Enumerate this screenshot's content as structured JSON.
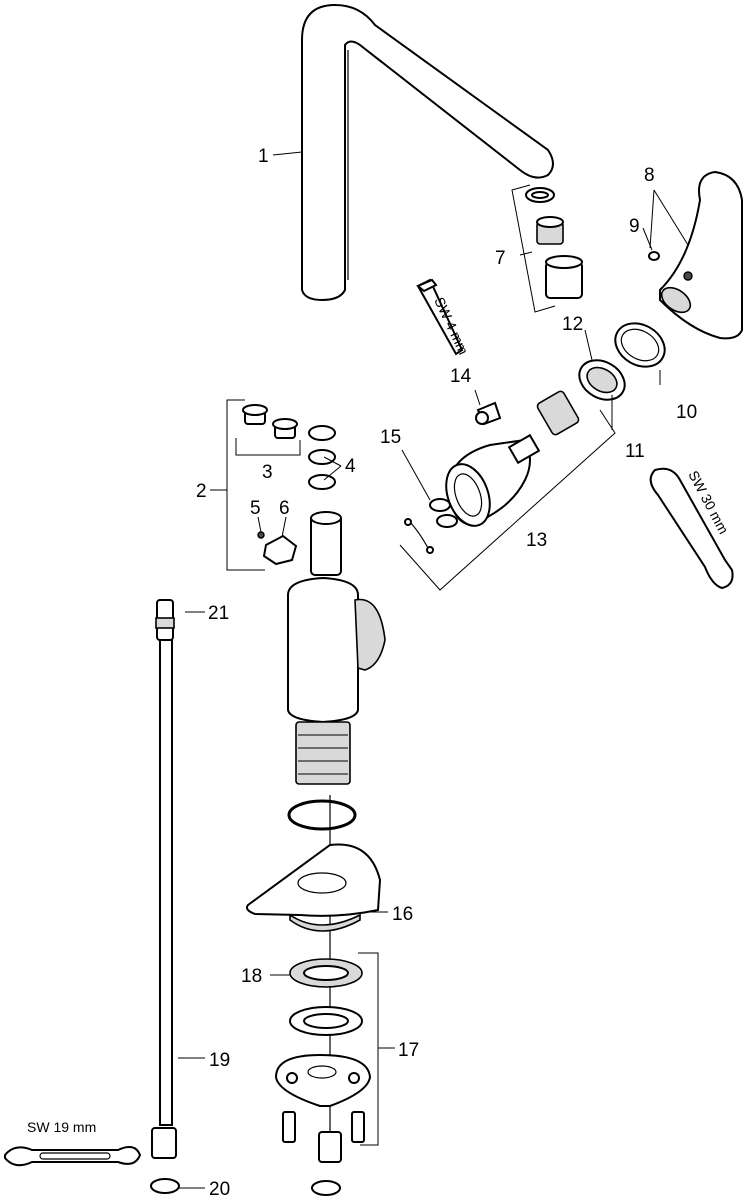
{
  "callouts": {
    "n1": "1",
    "n2": "2",
    "n3": "3",
    "n4": "4",
    "n5": "5",
    "n6": "6",
    "n7": "7",
    "n8": "8",
    "n9": "9",
    "n10": "10",
    "n11": "11",
    "n12": "12",
    "n13": "13",
    "n14": "14",
    "n15": "15",
    "n16": "16",
    "n17": "17",
    "n18": "18",
    "n19": "19",
    "n20": "20",
    "n21": "21"
  },
  "tools": {
    "hex_key": "SW 4 mm",
    "wrench_large": "SW 30 mm",
    "wrench_small": "SW 19 mm"
  }
}
